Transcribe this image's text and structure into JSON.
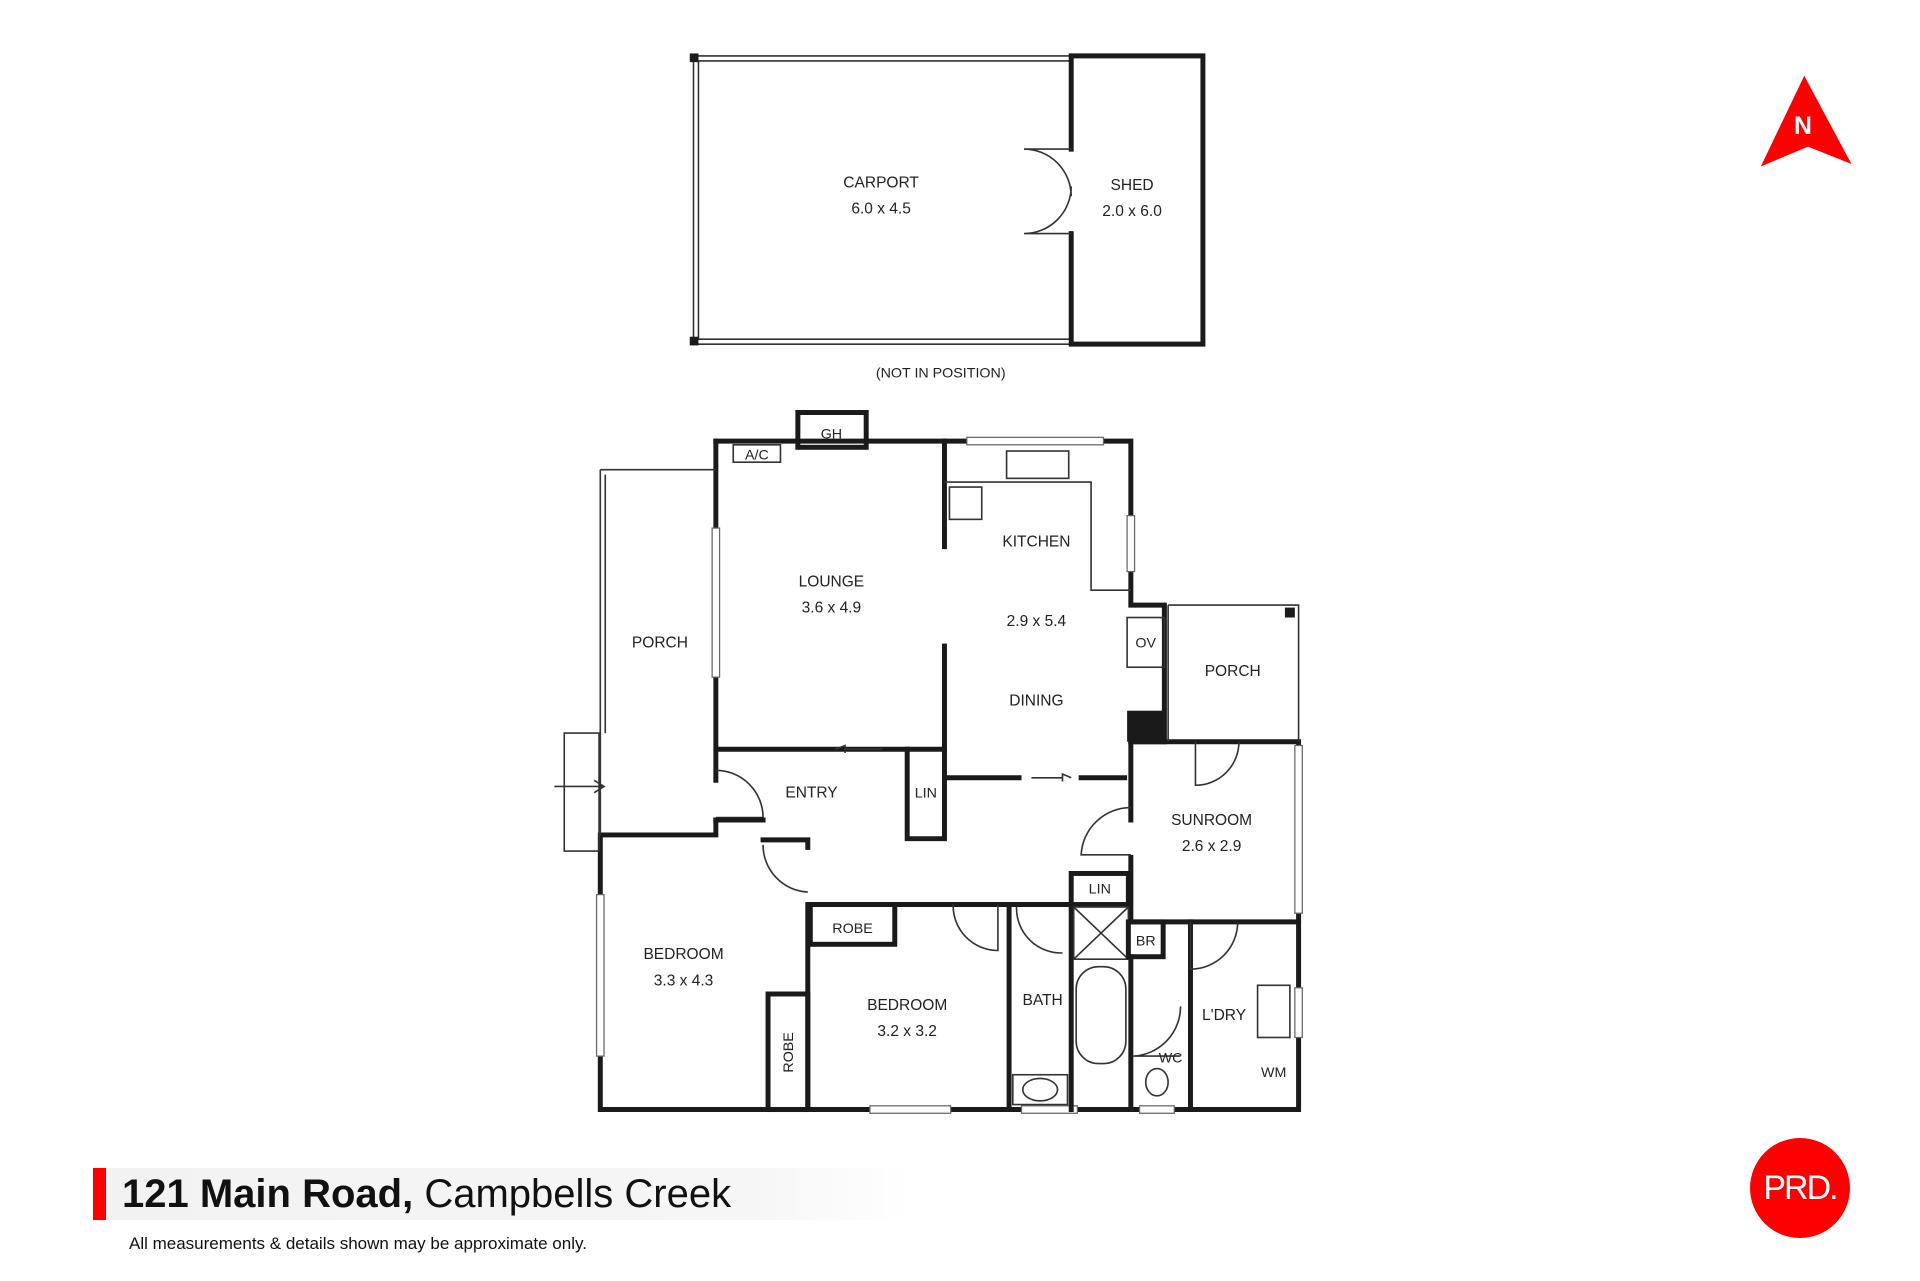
{
  "address": {
    "street": "121 Main Road,",
    "suburb": "Campbells Creek"
  },
  "disclaimer": "All measurements & details shown may be approximate only.",
  "brand_logo": "PRD.",
  "north_label": "N",
  "colors": {
    "accent": "#ff0000",
    "walls": "#1a1a1a"
  },
  "outbuilding": {
    "carport": {
      "name": "CARPORT",
      "size": "6.0 x 4.5"
    },
    "shed": {
      "name": "SHED",
      "size": "2.0 x 6.0"
    },
    "note": "(NOT IN POSITION)"
  },
  "rooms": {
    "gh": "GH",
    "ac": "A/C",
    "lounge": {
      "name": "LOUNGE",
      "size": "3.6 x 4.9"
    },
    "kitchen": {
      "name": "KITCHEN",
      "size": "2.9 x 5.4"
    },
    "dining": "DINING",
    "porch_left": "PORCH",
    "porch_right": "PORCH",
    "ov": "OV",
    "entry": "ENTRY",
    "lin1": "LIN",
    "lin2": "LIN",
    "sunroom": {
      "name": "SUNROOM",
      "size": "2.6 x 2.9"
    },
    "bedroom1": {
      "name": "BEDROOM",
      "size": "3.3 x 4.3"
    },
    "bedroom2": {
      "name": "BEDROOM",
      "size": "3.2 x 3.2"
    },
    "robe1": "ROBE",
    "robe2": "ROBE",
    "bath": "BATH",
    "br": "BR",
    "wc": "WC",
    "laundry": "L'DRY",
    "wm": "WM"
  }
}
